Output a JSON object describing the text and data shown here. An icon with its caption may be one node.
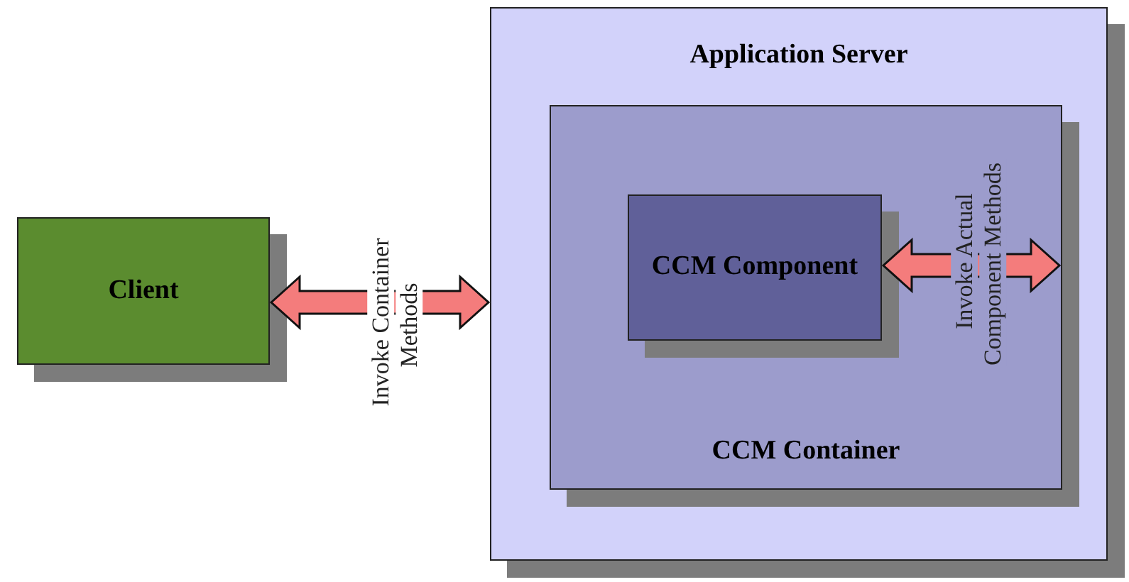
{
  "diagram": {
    "nodes": [
      {
        "text": [
          "Client"
        ]
      },
      {
        "text": [
          "Application Server"
        ]
      },
      {
        "text": [
          "CCM Container"
        ],
        "in": 1
      },
      {
        "text": [
          "CCM Component"
        ],
        "in": 2
      }
    ],
    "edges": [
      {
        "from": 0,
        "to": 1,
        "arrow": "both",
        "label": "Invoke Container Methods"
      },
      {
        "from": 3,
        "to": 2,
        "arrow": "both",
        "label": "Invoke Actual Component Methods"
      }
    ]
  }
}
